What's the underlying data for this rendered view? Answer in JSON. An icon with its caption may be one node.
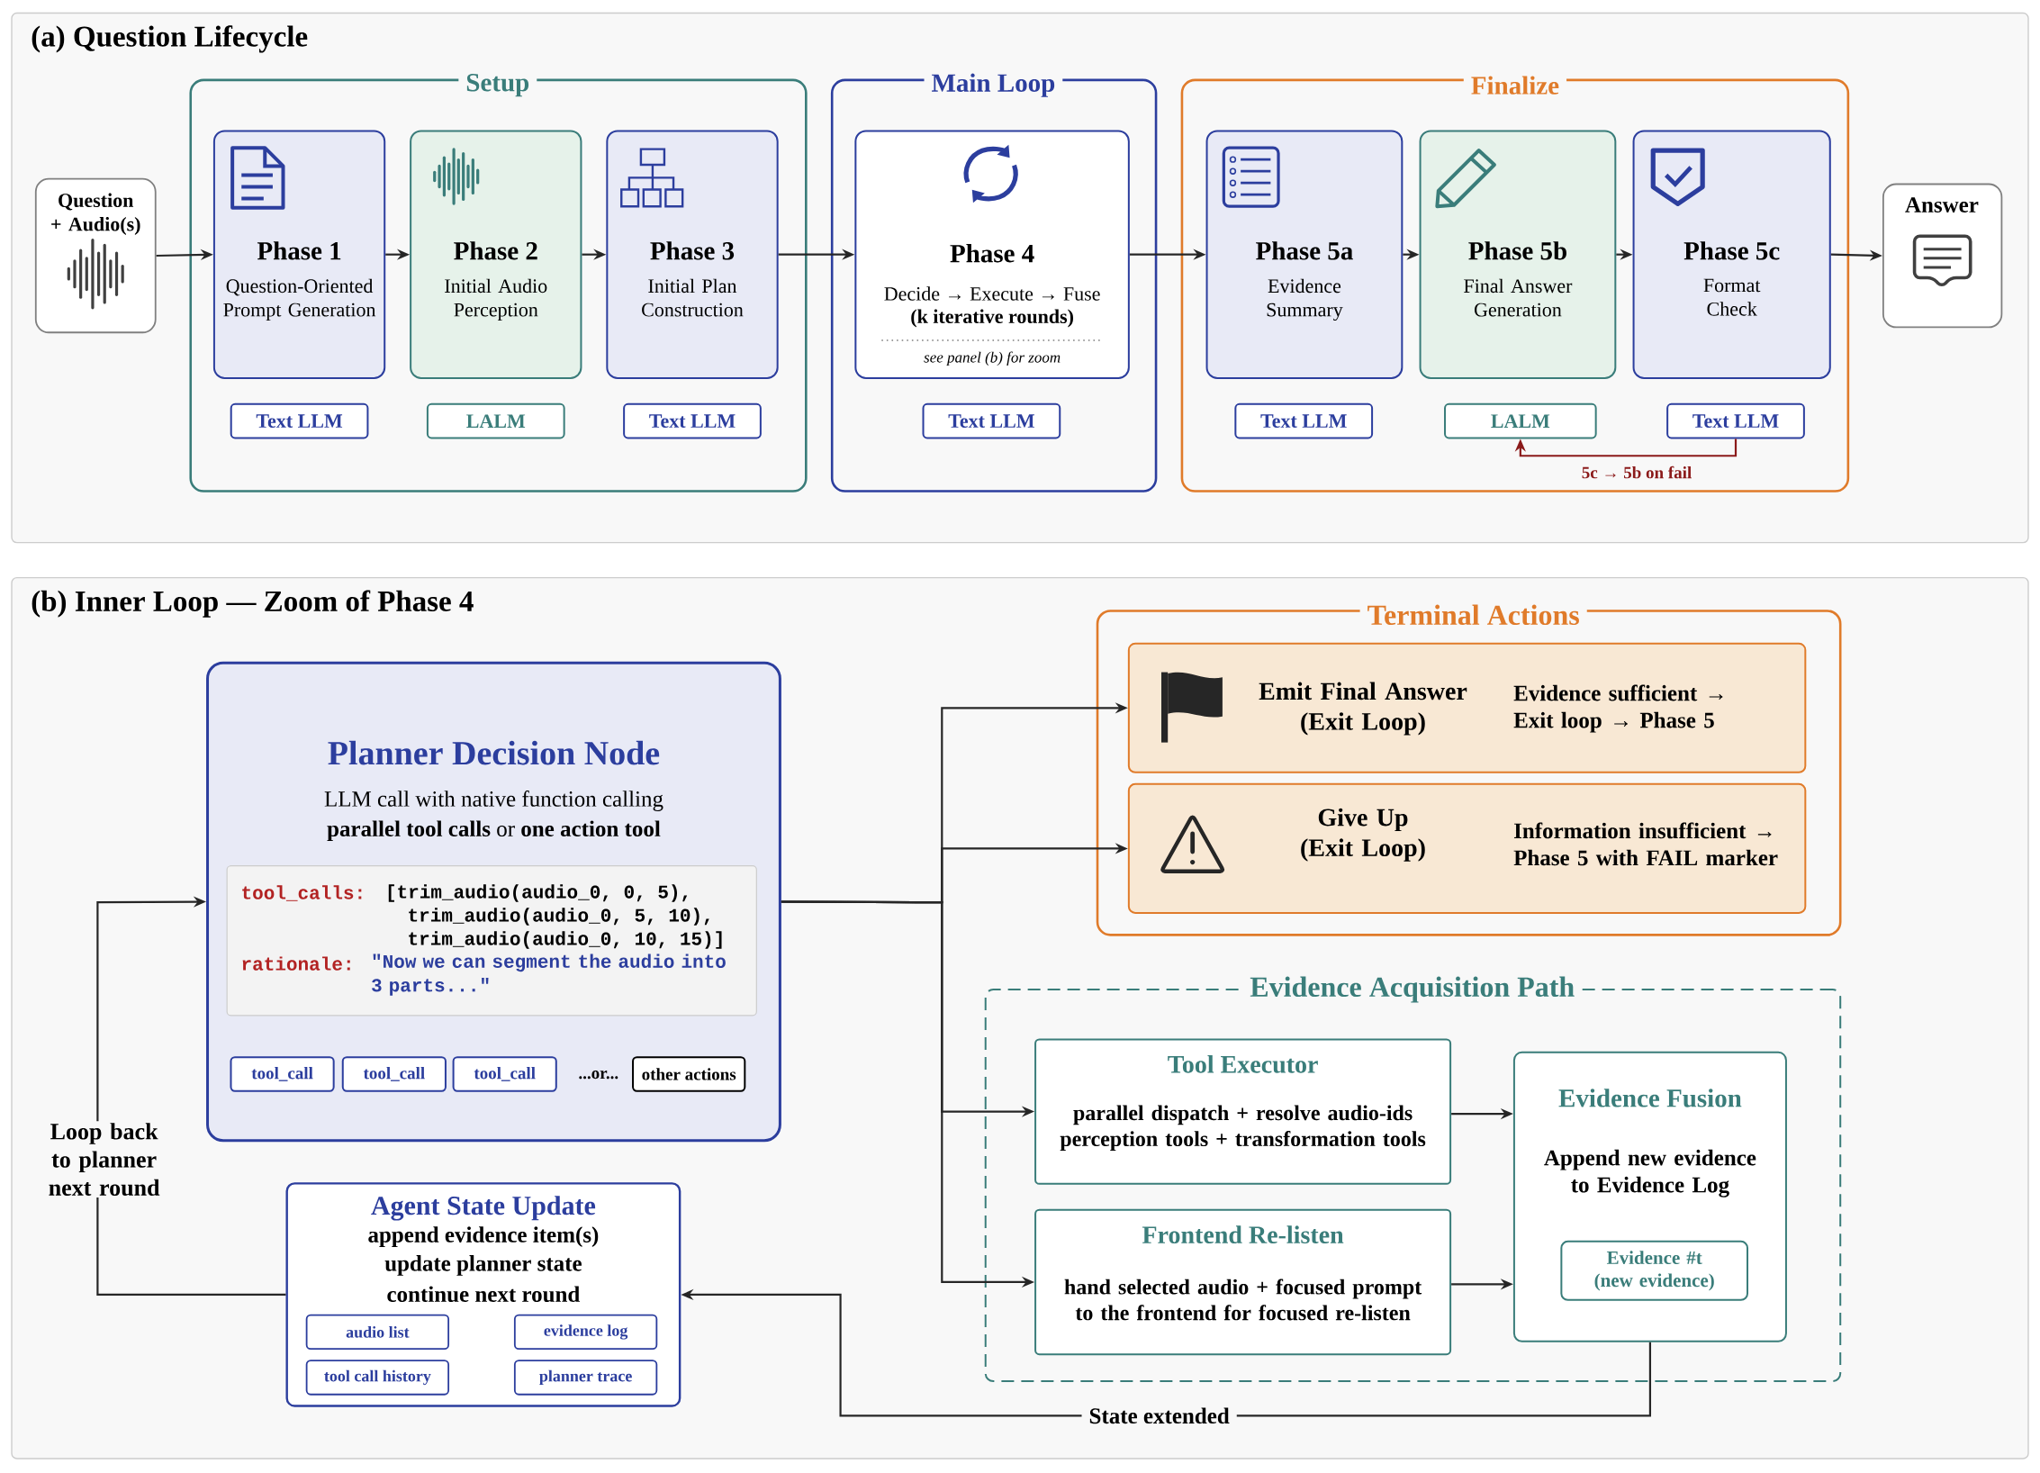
{
  "diagram": {
    "nodes": [
      {
        "text": [
          "(a) Question Lifecycle"
        ]
      },
      {
        "text": [
          "Question + Audio(s)"
        ],
        "in": 0
      },
      {
        "text": [
          "Setup"
        ],
        "in": 0
      },
      {
        "text": [
          "Phase 1",
          "Question-Oriented Prompt Generation"
        ],
        "in": 2
      },
      {
        "text": [
          "Text LLM"
        ],
        "in": 2
      },
      {
        "text": [
          "Phase 2",
          "Initial Audio Perception"
        ],
        "in": 2
      },
      {
        "text": [
          "LALM"
        ],
        "in": 2
      },
      {
        "text": [
          "Phase 3",
          "Initial Plan Construction"
        ],
        "in": 2
      },
      {
        "text": [
          "Text LLM"
        ],
        "in": 2
      },
      {
        "text": [
          "Main Loop"
        ],
        "in": 0
      },
      {
        "text": [
          "Phase 4",
          "Decide → Execute → Fuse",
          "(k iterative rounds)",
          "see panel (b) for zoom"
        ],
        "in": 9
      },
      {
        "text": [
          "Text LLM"
        ],
        "in": 9
      },
      {
        "text": [
          "Finalize"
        ],
        "in": 0
      },
      {
        "text": [
          "Phase 5a",
          "Evidence Summary"
        ],
        "in": 12
      },
      {
        "text": [
          "Text LLM"
        ],
        "in": 12
      },
      {
        "text": [
          "Phase 5b",
          "Final Answer Generation"
        ],
        "in": 12
      },
      {
        "text": [
          "LALM"
        ],
        "in": 12
      },
      {
        "text": [
          "Phase 5c",
          "Format Check"
        ],
        "in": 12
      },
      {
        "text": [
          "Text LLM"
        ],
        "in": 12
      },
      {
        "text": [
          "Answer"
        ],
        "in": 0
      },
      {
        "text": [
          "(b) Inner Loop — Zoom of Phase 4"
        ]
      },
      {
        "text": [
          "Planner Decision Node",
          "LLM call with native function calling",
          "**parallel tool calls** or **one action tool**"
        ],
        "in": 20
      },
      {
        "text": [
          "tool_calls:",
          "[trim_audio(audio_0, 0, 5),",
          "trim_audio(audio_0, 5, 10),",
          "trim_audio(audio_0, 10, 15)]",
          "rationale:",
          "\"Now we can segment the audio into 3 parts...\""
        ],
        "in": 21
      },
      {
        "text": [
          "tool_call"
        ],
        "in": 21
      },
      {
        "text": [
          "tool_call"
        ],
        "in": 21
      },
      {
        "text": [
          "tool_call"
        ],
        "in": 21
      },
      {
        "text": [
          "other actions"
        ],
        "in": 21
      },
      {
        "text": [
          "Agent State Update",
          "append evidence item(s)",
          "update planner state",
          "continue next round"
        ],
        "in": 20
      },
      {
        "text": [
          "audio list"
        ],
        "in": 27
      },
      {
        "text": [
          "evidence log"
        ],
        "in": 27
      },
      {
        "text": [
          "tool call history"
        ],
        "in": 27
      },
      {
        "text": [
          "planner trace"
        ],
        "in": 27
      },
      {
        "text": [
          "Terminal Actions"
        ],
        "in": 20
      },
      {
        "text": [
          "Emit Final Answer (Exit Loop)",
          "Evidence sufficient → Exit loop → Phase 5"
        ],
        "in": 32
      },
      {
        "text": [
          "Give Up (Exit Loop)",
          "Information insufficient → Phase 5 with FAIL marker"
        ],
        "in": 32
      },
      {
        "text": [
          "Evidence Acquisition Path"
        ],
        "in": 20
      },
      {
        "text": [
          "Tool Executor",
          "parallel dispatch + resolve audio-ids perception tools + transformation tools"
        ],
        "in": 35
      },
      {
        "text": [
          "Frontend Re-listen",
          "hand selected audio + focused prompt to the frontend for focused re-listen"
        ],
        "in": 35
      },
      {
        "text": [
          "Evidence Fusion",
          "Append new evidence to Evidence Log"
        ],
        "in": 35
      },
      {
        "text": [
          "Evidence #t (new evidence)"
        ],
        "in": 38
      }
    ],
    "edges": [
      {
        "from": 1,
        "to": 3,
        "arrow": "to"
      },
      {
        "from": 3,
        "to": 5,
        "arrow": "to"
      },
      {
        "from": 5,
        "to": 7,
        "arrow": "to"
      },
      {
        "from": 7,
        "to": 10,
        "arrow": "to"
      },
      {
        "from": 10,
        "to": 13,
        "arrow": "to"
      },
      {
        "from": 13,
        "to": 15,
        "arrow": "to"
      },
      {
        "from": 15,
        "to": 17,
        "arrow": "to"
      },
      {
        "from": 17,
        "to": 19,
        "arrow": "to"
      },
      {
        "from": 18,
        "to": 16,
        "arrow": "to",
        "label": "5c → 5b on fail",
        "color": "#8b1a1a"
      },
      {
        "from": 21,
        "to": 33,
        "arrow": "to"
      },
      {
        "from": 21,
        "to": 34,
        "arrow": "to"
      },
      {
        "from": 21,
        "to": 36,
        "arrow": "to"
      },
      {
        "from": 21,
        "to": 37,
        "arrow": "to"
      },
      {
        "from": 36,
        "to": 38,
        "arrow": "to"
      },
      {
        "from": 37,
        "to": 38,
        "arrow": "to"
      },
      {
        "from": 38,
        "to": 27,
        "arrow": "to",
        "label": "State extended"
      },
      {
        "from": 27,
        "to": 21,
        "arrow": "to",
        "label": "Loop back to planner next round"
      }
    ],
    "labels": [
      "...or..."
    ]
  }
}
